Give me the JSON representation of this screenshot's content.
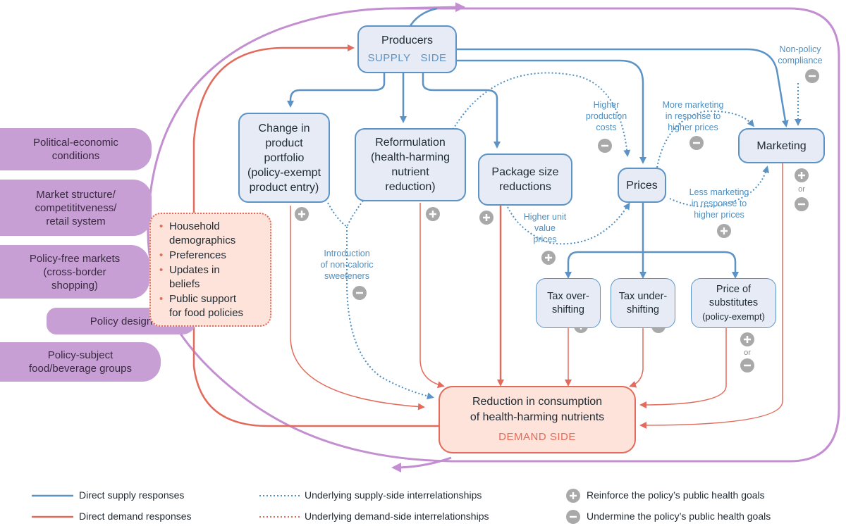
{
  "context_tabs": [
    "Political-economic\nconditions",
    "Market structure/\ncompetititveness/\nretail system",
    "Policy-free markets\n(cross-border\nshopping)",
    "Policy design",
    "Policy-subject\nfood/beverage groups"
  ],
  "producers": {
    "title": "Producers",
    "side_left": "SUPPLY",
    "side_right": "SIDE"
  },
  "boxes": {
    "portfolio": "Change in\nproduct\nportfolio\n(policy-exempt\nproduct entry)",
    "reformulation": "Reformulation\n(health-harming\nnutrient\nreduction)",
    "package": "Package size\nreductions",
    "prices": "Prices",
    "marketing": "Marketing",
    "tax_over": "Tax over-\nshifting",
    "tax_under": "Tax under-\nshifting",
    "substitutes_title": "Price of\nsubstitutes",
    "substitutes_note": "(policy-exempt)"
  },
  "demand": {
    "title": "Reduction in consumption\nof health-harming nutrients",
    "side": "DEMAND SIDE"
  },
  "household_items": [
    "Household\ndemographics",
    "Preferences",
    "Updates in\nbeliefs",
    "Public support\nfor food policies"
  ],
  "labels": {
    "non_policy": "Non-policy\ncompliance",
    "higher_costs": "Higher\nproduction\ncosts",
    "more_marketing": "More marketing\nin response to\nhigher prices",
    "less_marketing": "Less marketing\nin response to\nhigher prices",
    "higher_unit": "Higher unit\nvalue\nprices",
    "sweeteners": "Introduction\nof non-caloric\nsweeteners",
    "or": "or"
  },
  "legend": {
    "direct_supply": "Direct supply responses",
    "direct_demand": "Direct demand responses",
    "underlying_supply": "Underlying supply-side interrelationships",
    "underlying_demand": "Underlying demand-side interrelationships",
    "reinforce": "Reinforce the policy’s public health goals",
    "undermine": "Undermine the policy’s public health goals"
  },
  "colors": {
    "supply": "#5b93c6",
    "demand": "#e26b5b",
    "context": "#c79fd5",
    "frame": "#c48fd0",
    "badge": "#a9a9a9"
  }
}
